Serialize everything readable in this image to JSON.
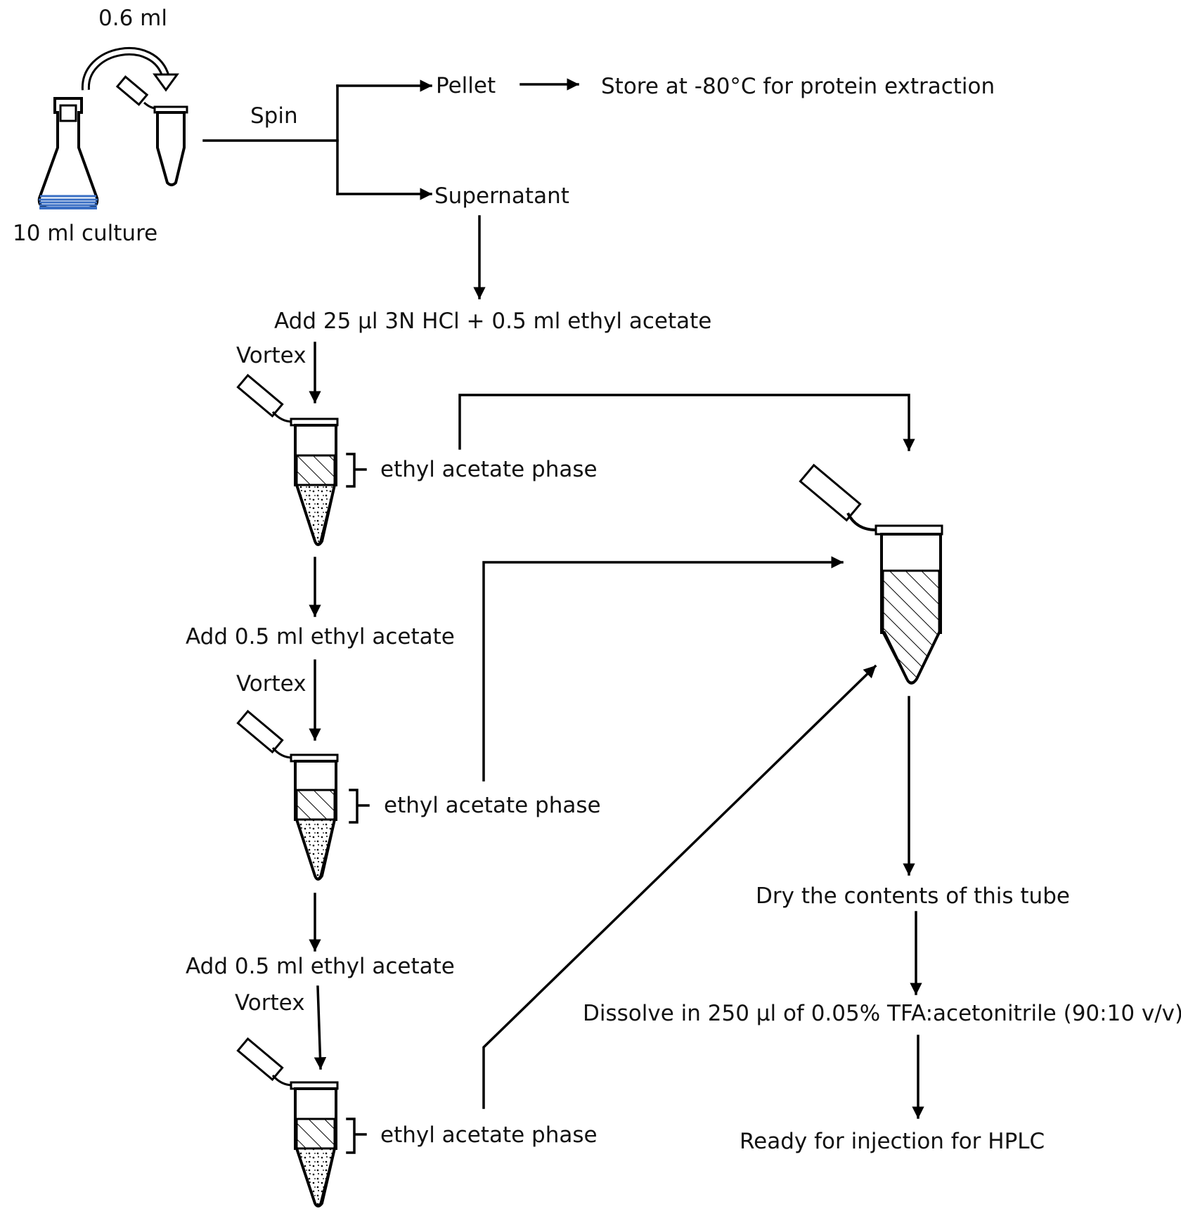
{
  "labels": {
    "transfer_volume": "0.6 ml",
    "culture": "10 ml culture",
    "spin": "Spin",
    "pellet": "Pellet",
    "store": "Store at -80°C for protein extraction",
    "supernatant": "Supernatant",
    "add_hcl": "Add 25 µl 3N HCl + 0.5 ml ethyl acetate",
    "vortex_1": "Vortex",
    "phase_1": "ethyl acetate phase",
    "add_ea_1": "Add 0.5 ml ethyl acetate",
    "vortex_2": "Vortex",
    "phase_2": "ethyl acetate phase",
    "add_ea_2": "Add 0.5 ml ethyl acetate",
    "vortex_3": "Vortex",
    "phase_3": "ethyl acetate phase",
    "dry": "Dry the contents of this tube",
    "dissolve": "Dissolve in 250 µl of 0.05% TFA:acetonitrile (90:10 v/v)",
    "ready": "Ready for injection for HPLC"
  },
  "colors": {
    "culture_liquid": "#3a6fc4",
    "line": "#000000",
    "text": "#111111"
  }
}
